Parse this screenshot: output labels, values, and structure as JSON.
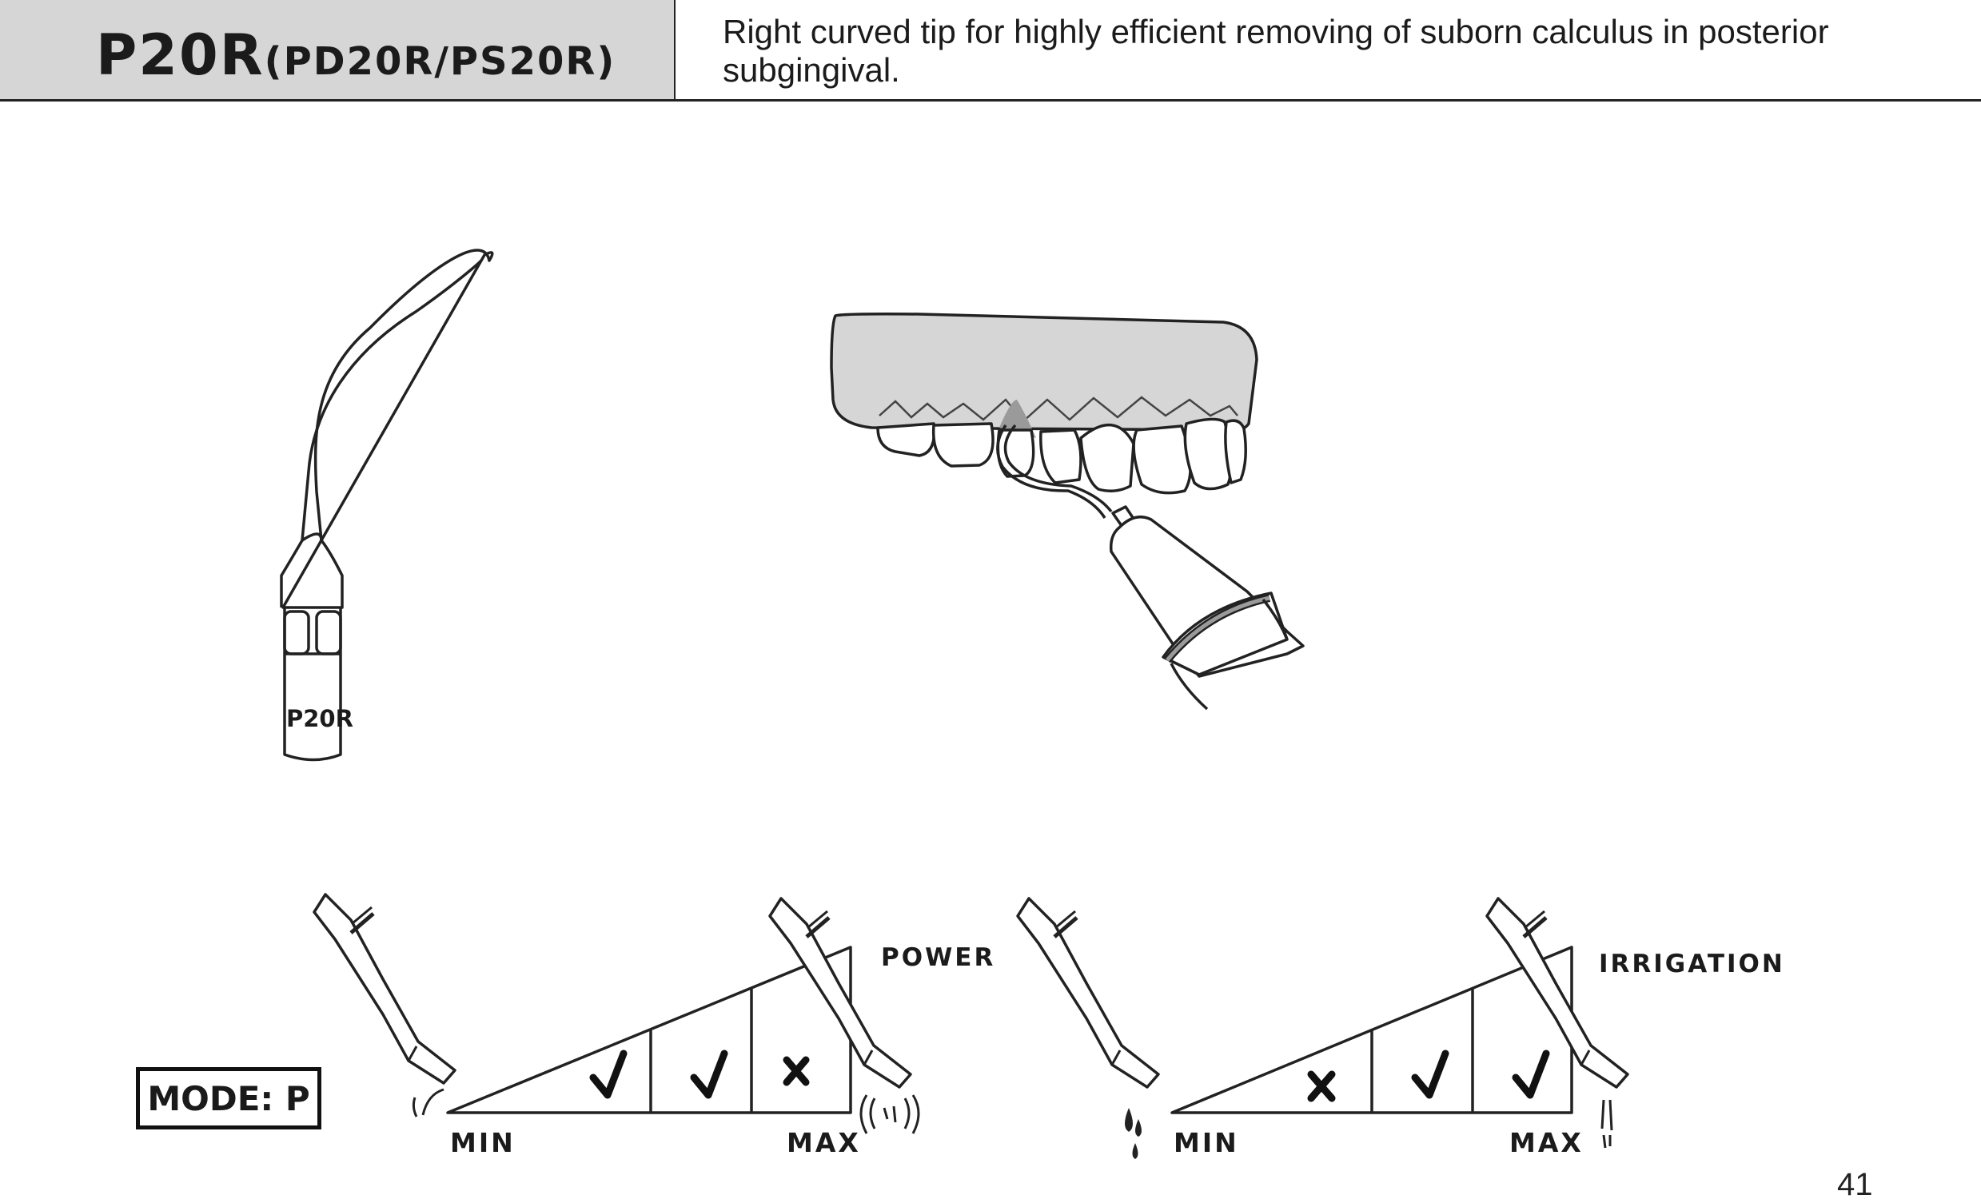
{
  "header": {
    "model": "P20R",
    "variants": "(PD20R/PS20R)",
    "description": "Right curved tip for highly efficient removing of suborn calculus in posterior subgingival."
  },
  "tip_drawing": {
    "engraving": "P20R"
  },
  "mode": {
    "label": "MODE: P"
  },
  "power_chart": {
    "title": "POWER",
    "min_label": "MIN",
    "max_label": "MAX",
    "marks": [
      "check",
      "check",
      "cross"
    ]
  },
  "irrigation_chart": {
    "title": "IRRIGATION",
    "min_label": "MIN",
    "max_label": "MAX",
    "marks": [
      "cross",
      "check",
      "check"
    ]
  },
  "footer": {
    "page_number": "41"
  },
  "icons": [
    "scaler-tip-icon",
    "dental-arch-illustration",
    "handpiece-icon",
    "vibration-icon",
    "water-drop-icon",
    "water-spray-icon"
  ]
}
